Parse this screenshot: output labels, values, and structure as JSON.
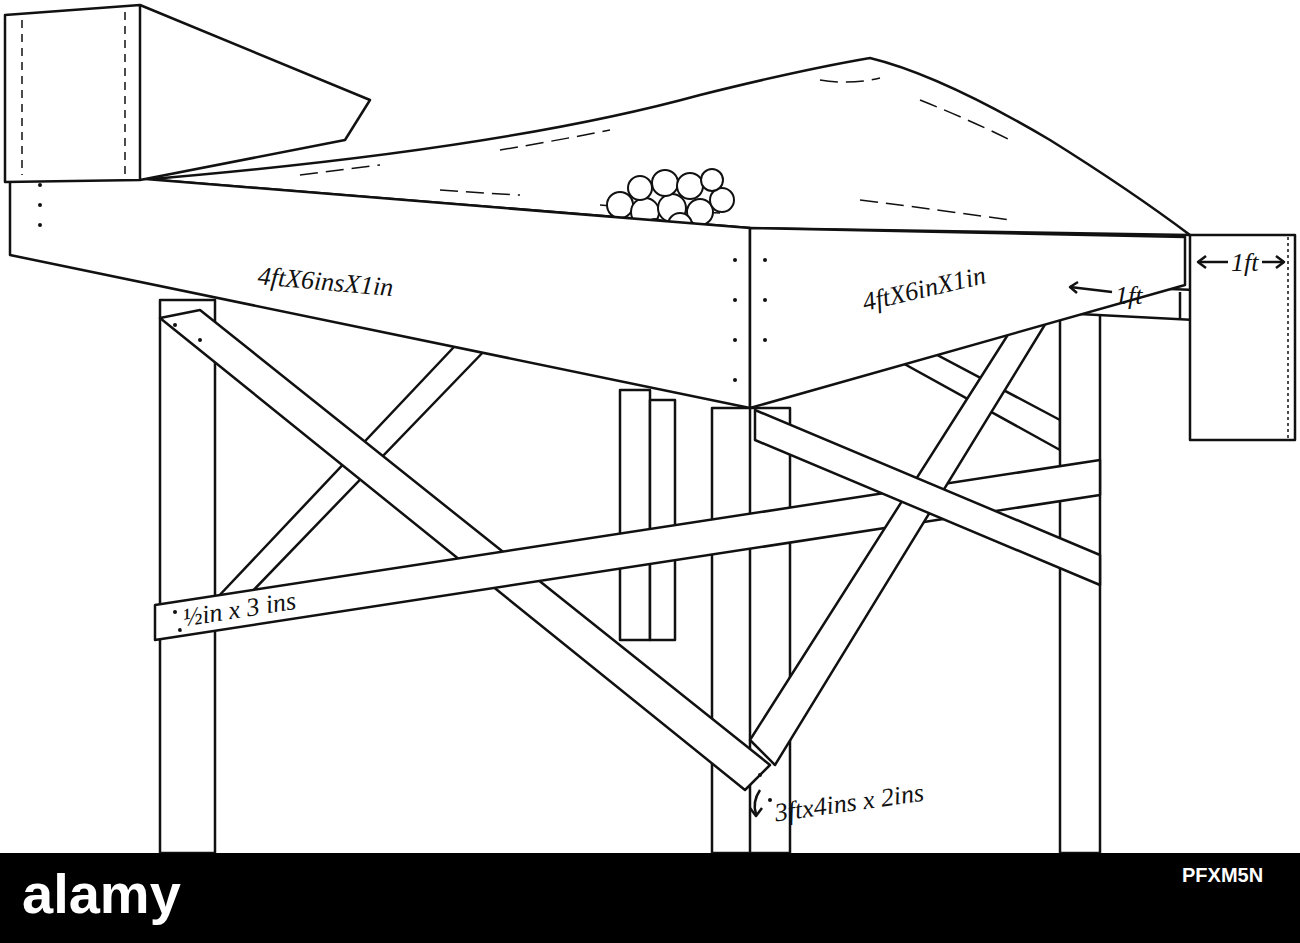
{
  "diagram": {
    "labels": [
      "4ftX6insX1in",
      "4ftX6inX1in",
      "1ft",
      "1ft",
      "½in x 3 ins",
      "3ftx4ins x 2ins",
      "alamy",
      "PFXM5N"
    ]
  }
}
